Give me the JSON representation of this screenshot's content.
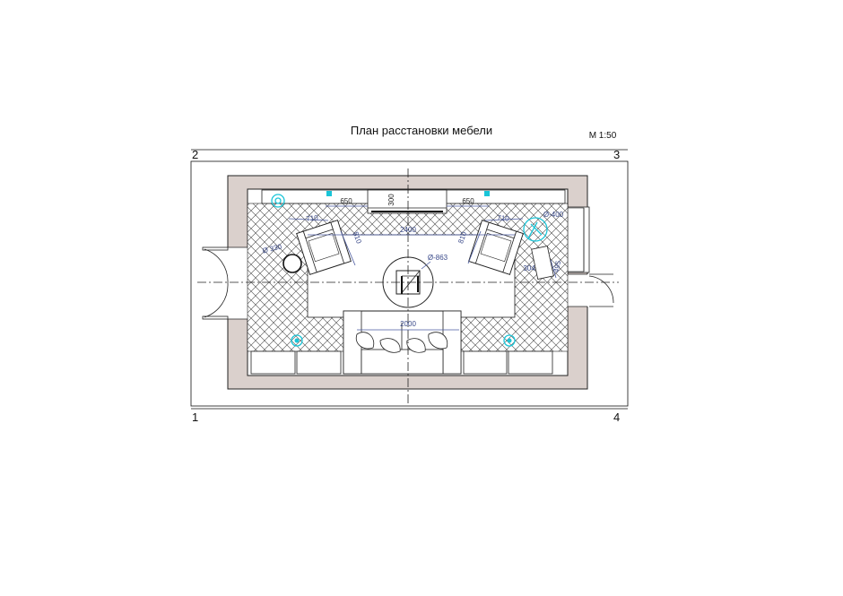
{
  "title": "План расстановки мебели",
  "scale": "М 1:50",
  "corners": [
    "2",
    "3",
    "1",
    "4"
  ],
  "dimensions": {
    "shelf_left_width": "650",
    "shelf_right_width": "650",
    "tv_depth": "300",
    "rug_width": "2400",
    "armchair_left_width": "710",
    "armchair_left_depth": "810",
    "armchair_right_width": "710",
    "armchair_right_depth": "810",
    "side_table_left_diameter": "Ø 330",
    "table_diameter": "Ø-863",
    "lamp_diameter": "Ø-400",
    "cabinet_width": "304",
    "cabinet_length": "495",
    "sofa_width": "2000"
  },
  "colors": {
    "wall": "#dad0cc",
    "accent_cyan": "#19c5d8",
    "dimension_blue": "#3a4a8a"
  }
}
